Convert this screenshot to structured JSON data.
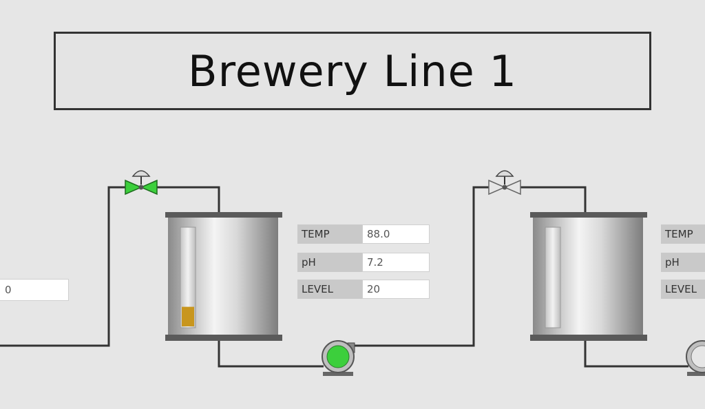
{
  "title": "Brewery Line 1",
  "inlet": {
    "value": "0"
  },
  "tank1": {
    "level_fraction": 0.2,
    "readouts": [
      {
        "label": "TEMP",
        "value": "88.0"
      },
      {
        "label": "pH",
        "value": "7.2"
      },
      {
        "label": "LEVEL",
        "value": "20"
      }
    ]
  },
  "tank2": {
    "readouts": [
      {
        "label": "TEMP"
      },
      {
        "label": "pH"
      },
      {
        "label": "LEVEL"
      }
    ]
  },
  "colors": {
    "active": "#3ccf3c",
    "inactive": "#e6e6e6",
    "liquid": "#c8961e",
    "pipe": "#333333",
    "background": "#e6e6e6"
  },
  "valve1": {
    "state": "open",
    "icon": "valve-icon"
  },
  "valve2": {
    "state": "closed",
    "icon": "valve-icon"
  },
  "pump1": {
    "state": "running",
    "icon": "pump-icon"
  },
  "pump2": {
    "state": "stopped",
    "icon": "pump-icon"
  }
}
